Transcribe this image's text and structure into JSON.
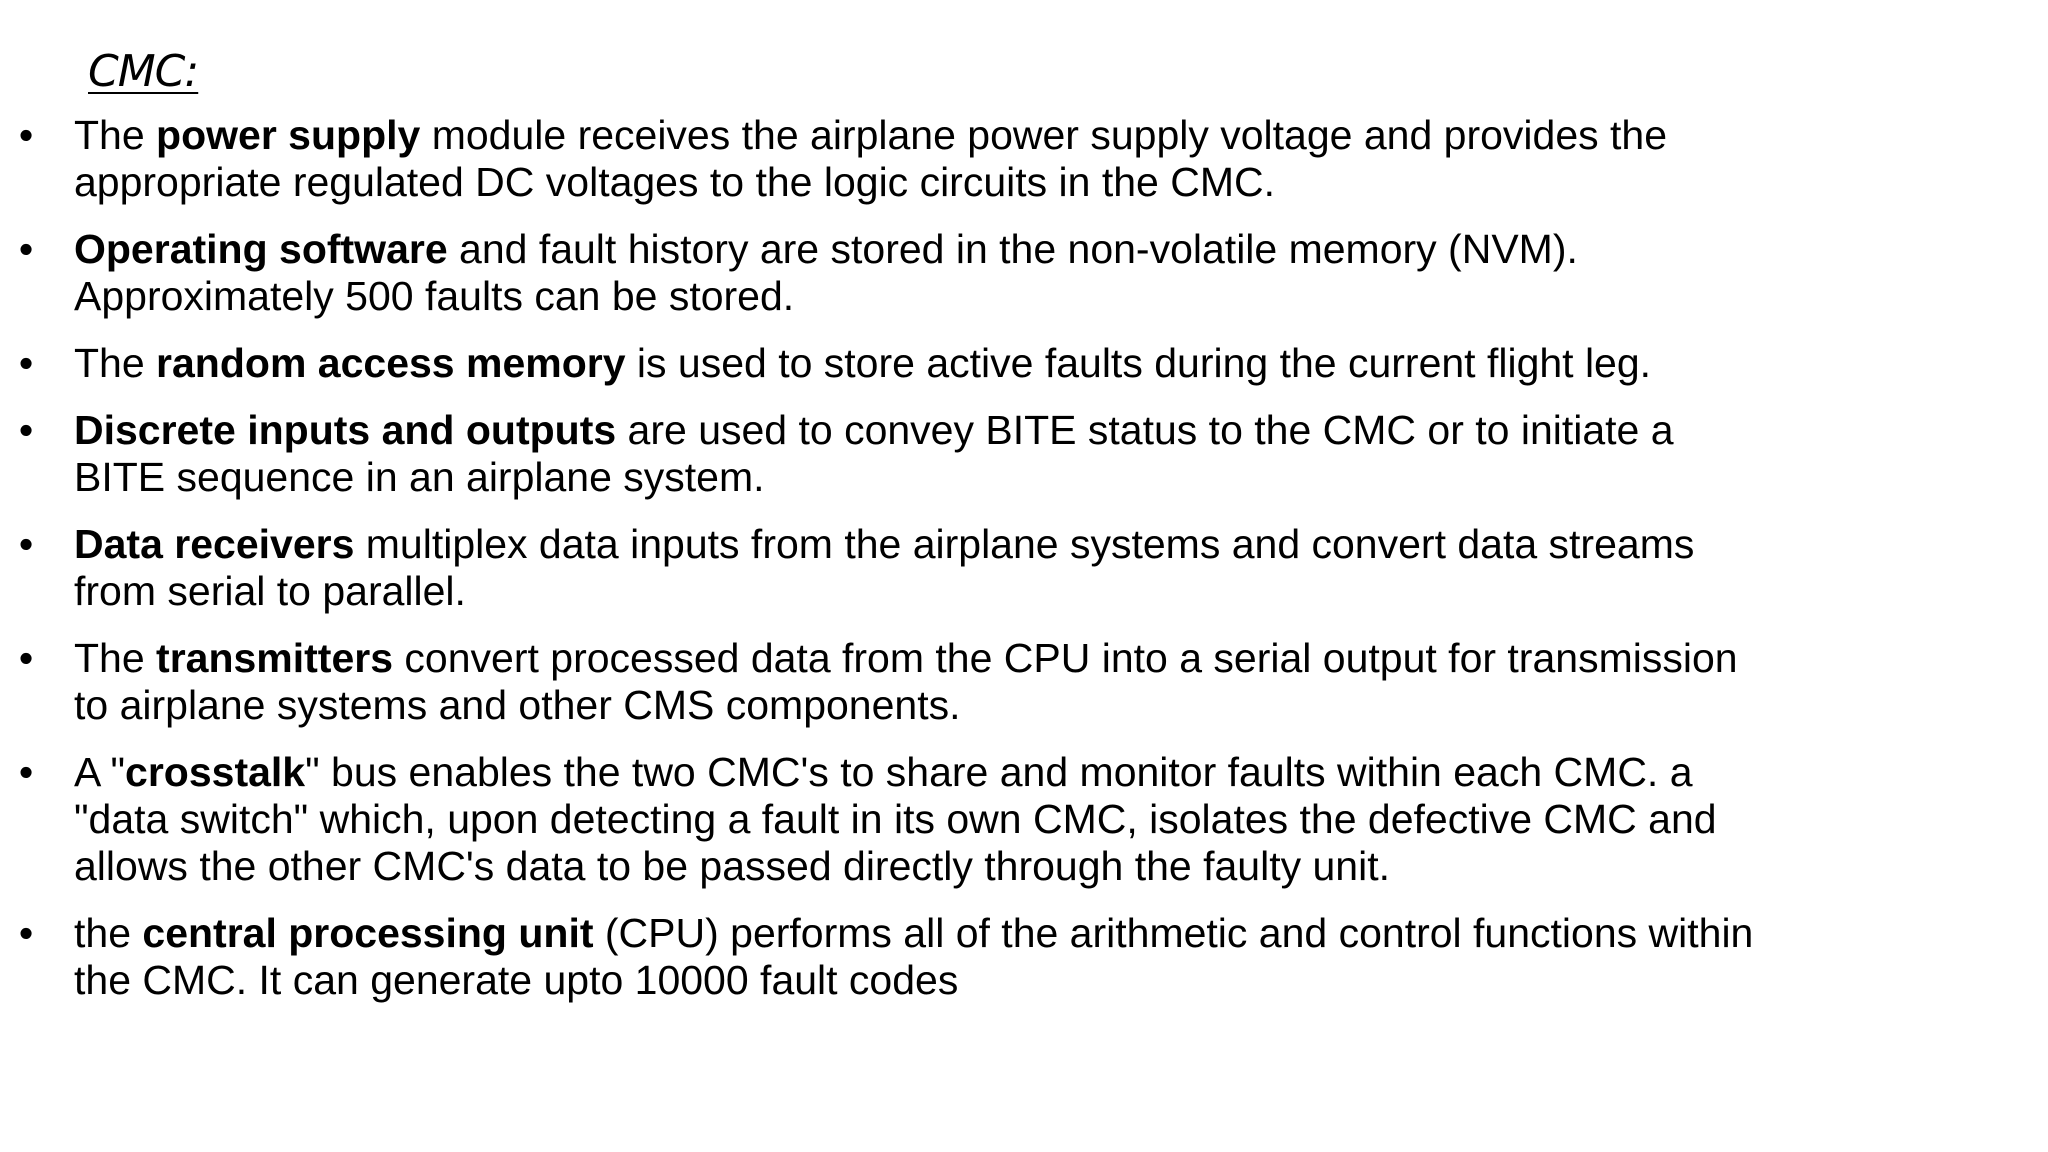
{
  "slide": {
    "title": "CMC:",
    "bullet_char": "•",
    "items": [
      {
        "lines": [
          {
            "prefix": "The ",
            "bold": "power supply",
            "suffix": " module receives the airplane power supply voltage and provides the"
          },
          {
            "text": "appropriate regulated DC voltages to the logic circuits in the CMC."
          }
        ]
      },
      {
        "lines": [
          {
            "prefix": "",
            "bold": "Operating software",
            "suffix": " and fault history are stored in the non-volatile memory (NVM)."
          },
          {
            "text": "Approximately 500 faults can be stored."
          }
        ]
      },
      {
        "lines": [
          {
            "prefix": "The ",
            "bold": "random access memory",
            "suffix": " is used to store active faults during the current flight leg."
          }
        ]
      },
      {
        "lines": [
          {
            "prefix": "",
            "bold": "Discrete inputs and outputs",
            "suffix": " are used to convey BITE status to the CMC or to initiate a"
          },
          {
            "text": "BITE sequence in an airplane system."
          }
        ]
      },
      {
        "lines": [
          {
            "prefix": "",
            "bold": "Data receivers",
            "suffix": " multiplex data inputs from the airplane systems and convert data streams"
          },
          {
            "text": "from serial to parallel."
          }
        ]
      },
      {
        "lines": [
          {
            "prefix": "The ",
            "bold": "transmitters",
            "suffix": " convert processed data from the CPU into a serial output for transmission"
          },
          {
            "text": "to airplane systems and other CMS components."
          }
        ]
      },
      {
        "lines": [
          {
            "prefix": "A \"",
            "bold": "crosstalk",
            "suffix": "\" bus enables the two CMC's to share and monitor faults within each CMC.  a"
          },
          {
            "text": "\"data switch\" which, upon detecting a fault in its own CMC, isolates the defective CMC and"
          },
          {
            "text": "allows the other CMC's data to be passed directly through the faulty unit."
          }
        ]
      },
      {
        "lines": [
          {
            "prefix": "the ",
            "bold": "central processing unit",
            "suffix": " (CPU) performs all of the arithmetic and control functions within"
          },
          {
            "text": "the CMC. It can generate upto 10000 fault codes"
          }
        ]
      }
    ]
  }
}
